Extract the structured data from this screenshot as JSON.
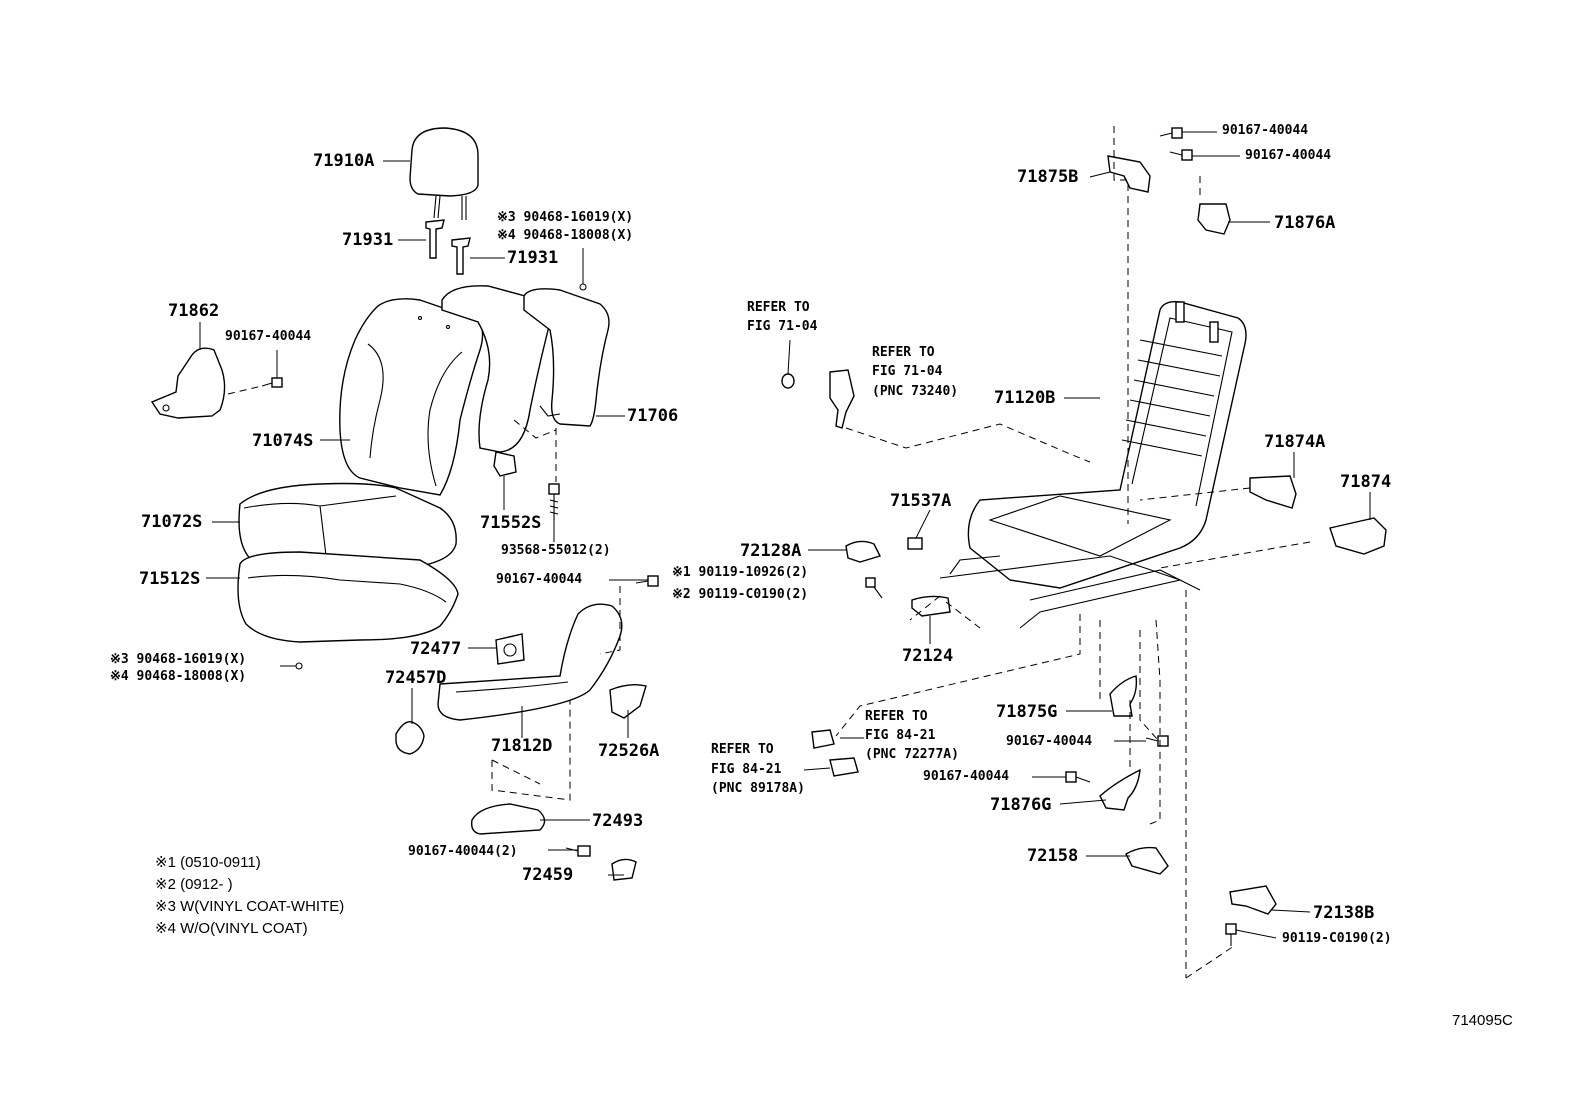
{
  "labels": {
    "p71910A": "71910A",
    "p71931a": "71931",
    "p71931b": "71931",
    "n3_top": "※3 90468-16019(X)",
    "n4_top": "※4 90468-18008(X)",
    "p71862": "71862",
    "p90167_a": "90167-40044",
    "p71074S": "71074S",
    "p71706": "71706",
    "p71072S": "71072S",
    "p71552S": "71552S",
    "p93568": "93568-55012(2)",
    "p71512S": "71512S",
    "p90167_b": "90167-40044",
    "n3_mid": "※3 90468-16019(X)",
    "n4_mid": "※4 90468-18008(X)",
    "p72477": "72477",
    "p72457D": "72457D",
    "p71812D": "71812D",
    "p72526A": "72526A",
    "p72493": "72493",
    "p90167_c": "90167-40044(2)",
    "p72459": "72459",
    "p90167_d": "90167-40044",
    "p90167_e": "90167-40044",
    "p71875B": "71875B",
    "p71876A": "71876A",
    "refer1_a": "REFER TO",
    "refer1_b": "FIG 71-04",
    "refer2_a": "REFER TO",
    "refer2_b": "FIG 71-04",
    "refer2_c": "(PNC 73240)",
    "p71120B": "71120B",
    "p71874A": "71874A",
    "p71874": "71874",
    "p71537A": "71537A",
    "p72128A": "72128A",
    "n1_bolt": "※1 90119-10926(2)",
    "n2_bolt": "※2 90119-C0190(2)",
    "p72124": "72124",
    "refer3_a": "REFER TO",
    "refer3_b": "FIG 84-21",
    "refer3_c": "(PNC 72277A)",
    "refer4_a": "REFER TO",
    "refer4_b": "FIG 84-21",
    "refer4_c": "(PNC 89178A)",
    "p71875G": "71875G",
    "p90167_f": "90167-40044",
    "p90167_g": "90167-40044",
    "p71876G": "71876G",
    "p72158": "72158",
    "p72138B": "72138B",
    "p90119_c": "90119-C0190(2)"
  },
  "notes": [
    "※1 (0510-0911)",
    "※2 (0912-        )",
    "※3 W(VINYL COAT-WHITE)",
    "※4 W/O(VINYL COAT)"
  ],
  "diagram_code": "714095C"
}
